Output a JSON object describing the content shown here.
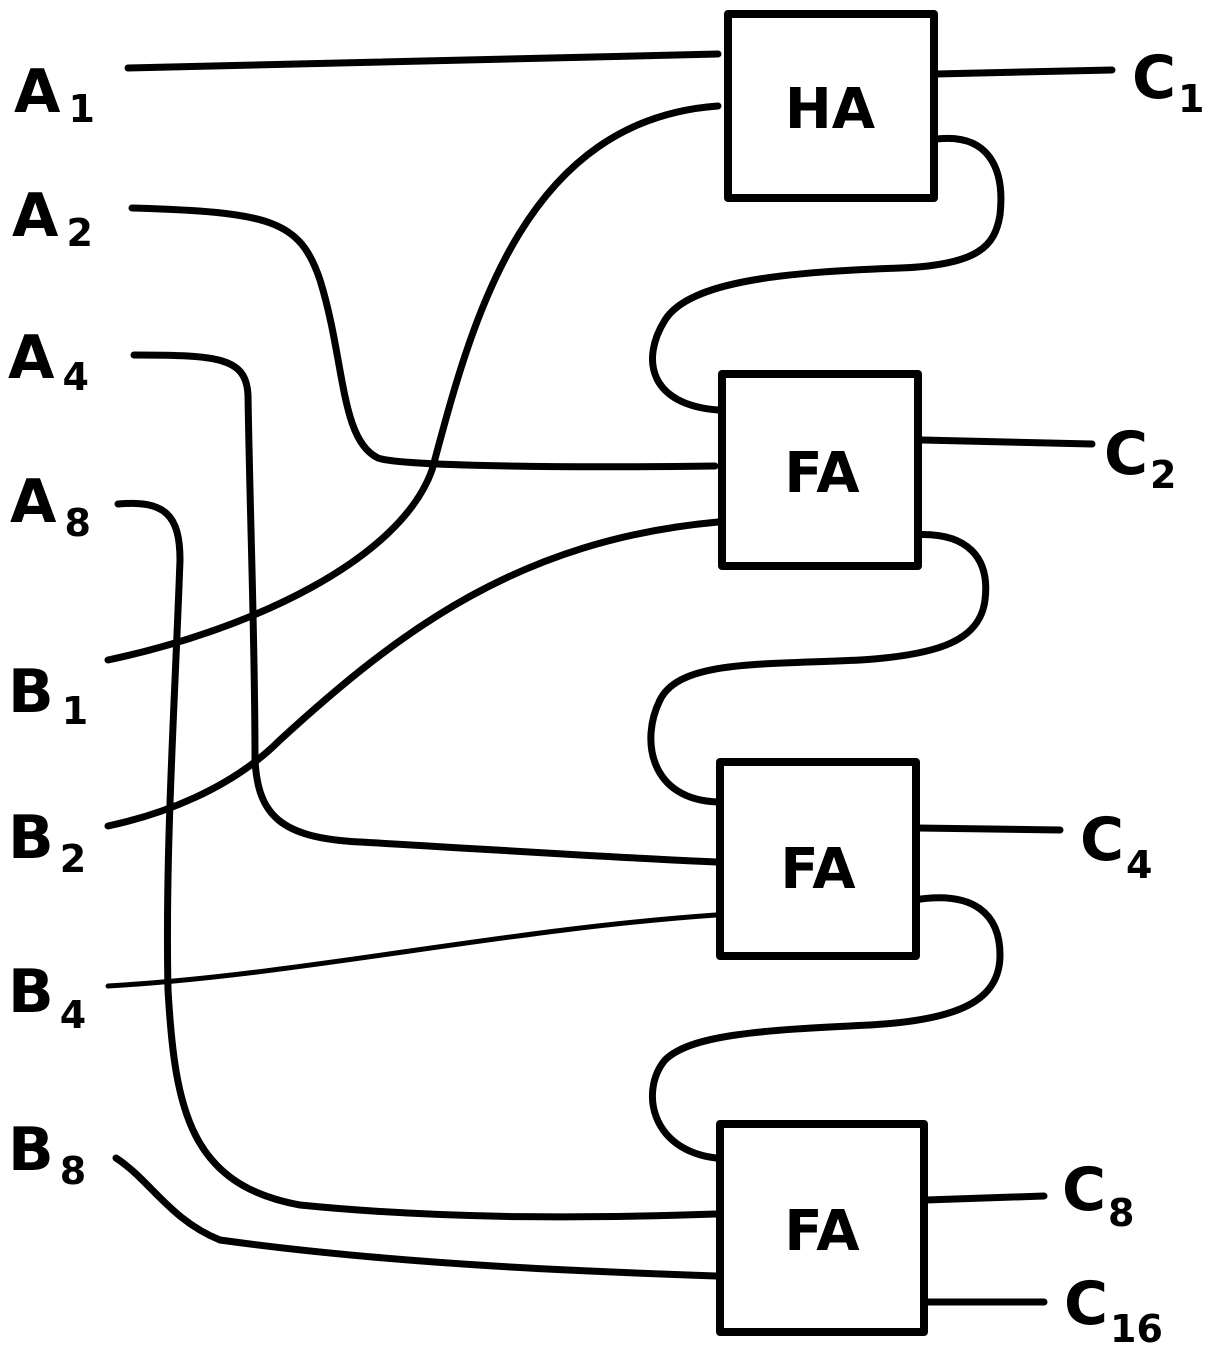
{
  "inputs": [
    {
      "letter": "A",
      "sub": "1"
    },
    {
      "letter": "A",
      "sub": "2"
    },
    {
      "letter": "A",
      "sub": "4"
    },
    {
      "letter": "A",
      "sub": "8"
    },
    {
      "letter": "B",
      "sub": "1"
    },
    {
      "letter": "B",
      "sub": "2"
    },
    {
      "letter": "B",
      "sub": "4"
    },
    {
      "letter": "B",
      "sub": "8"
    }
  ],
  "adders": [
    "HA",
    "FA",
    "FA",
    "FA"
  ],
  "outputs": [
    {
      "letter": "C",
      "sub": "1"
    },
    {
      "letter": "C",
      "sub": "2"
    },
    {
      "letter": "C",
      "sub": "4"
    },
    {
      "letter": "C",
      "sub": "8"
    },
    {
      "letter": "C",
      "sub": "16"
    }
  ]
}
